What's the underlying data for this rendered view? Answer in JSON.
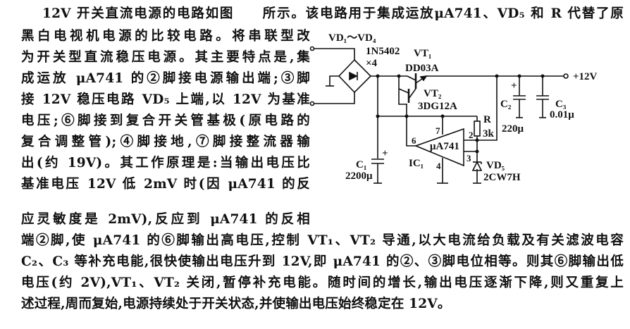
{
  "paragraph": {
    "first_line": "12V 开关直流电源的电路如图　　所示。该电路用于集成运放μA741、VD₅ 和 R 代替了原",
    "left_lines": [
      "黑白电视机电源的比较电路。将串联型改",
      "为开关型直流稳压电源。其主要特点是,集",
      "成运放 μA741 的②脚接电源输出端;③脚",
      "接 12V 稳压电路 VD₅ 上端,以 12V 为基准",
      "电压;⑥脚接到复合开关管基极(原电路的",
      "复合调整管);④脚接地,⑦脚接整流器输",
      "出(约 19V)。其工作原理是:当输出电压比",
      "基准电压 12V 低 2mV 时(因 μA741 的反",
      "应灵敏度是 2mV),反应到 μA741 的反相"
    ],
    "full_lines": [
      "端②脚,使 μA741 的⑥脚输出高电压,控制 VT₁、VT₂ 导通,以大电流给负载及有关滤波电容",
      "C₂、C₃ 等补充电能,很快使输出电压升到 12V,即 μA741 的②、③脚电位相等。则其⑥脚输出低",
      "电压(约 2V),VT₁、VT₂ 关闭,暂停补充电能。随时间的增长,输出电压逐渐下降,则又重复上",
      "述过程,周而复始,电源持续处于开关状态,并使输出电压始终稳定在 12V。"
    ]
  },
  "circuit": {
    "bridge_label": "VD₁～VD₄",
    "bridge_part": "1N5402",
    "bridge_qty": "×4",
    "vt1_label": "VT₁",
    "vt1_part": "DD03A",
    "vt2_label": "VT₂",
    "vt2_part": "3DG12A",
    "output_label": "+12V",
    "c1_label": "C₁",
    "c1_value": "2200μ",
    "c2_label": "C₂",
    "c2_value": "220μ",
    "c3_label": "C₃",
    "c3_value": "0.01μ",
    "r_label": "R",
    "r_value": "3k",
    "ic_label": "IC₁",
    "ic_part": "μA741",
    "vd5_label": "VD₅",
    "vd5_part": "2CW7H",
    "pin6": "6",
    "pin7": "7",
    "pin2": "2",
    "pin3": "3",
    "pin4": "4",
    "plus": "+"
  }
}
